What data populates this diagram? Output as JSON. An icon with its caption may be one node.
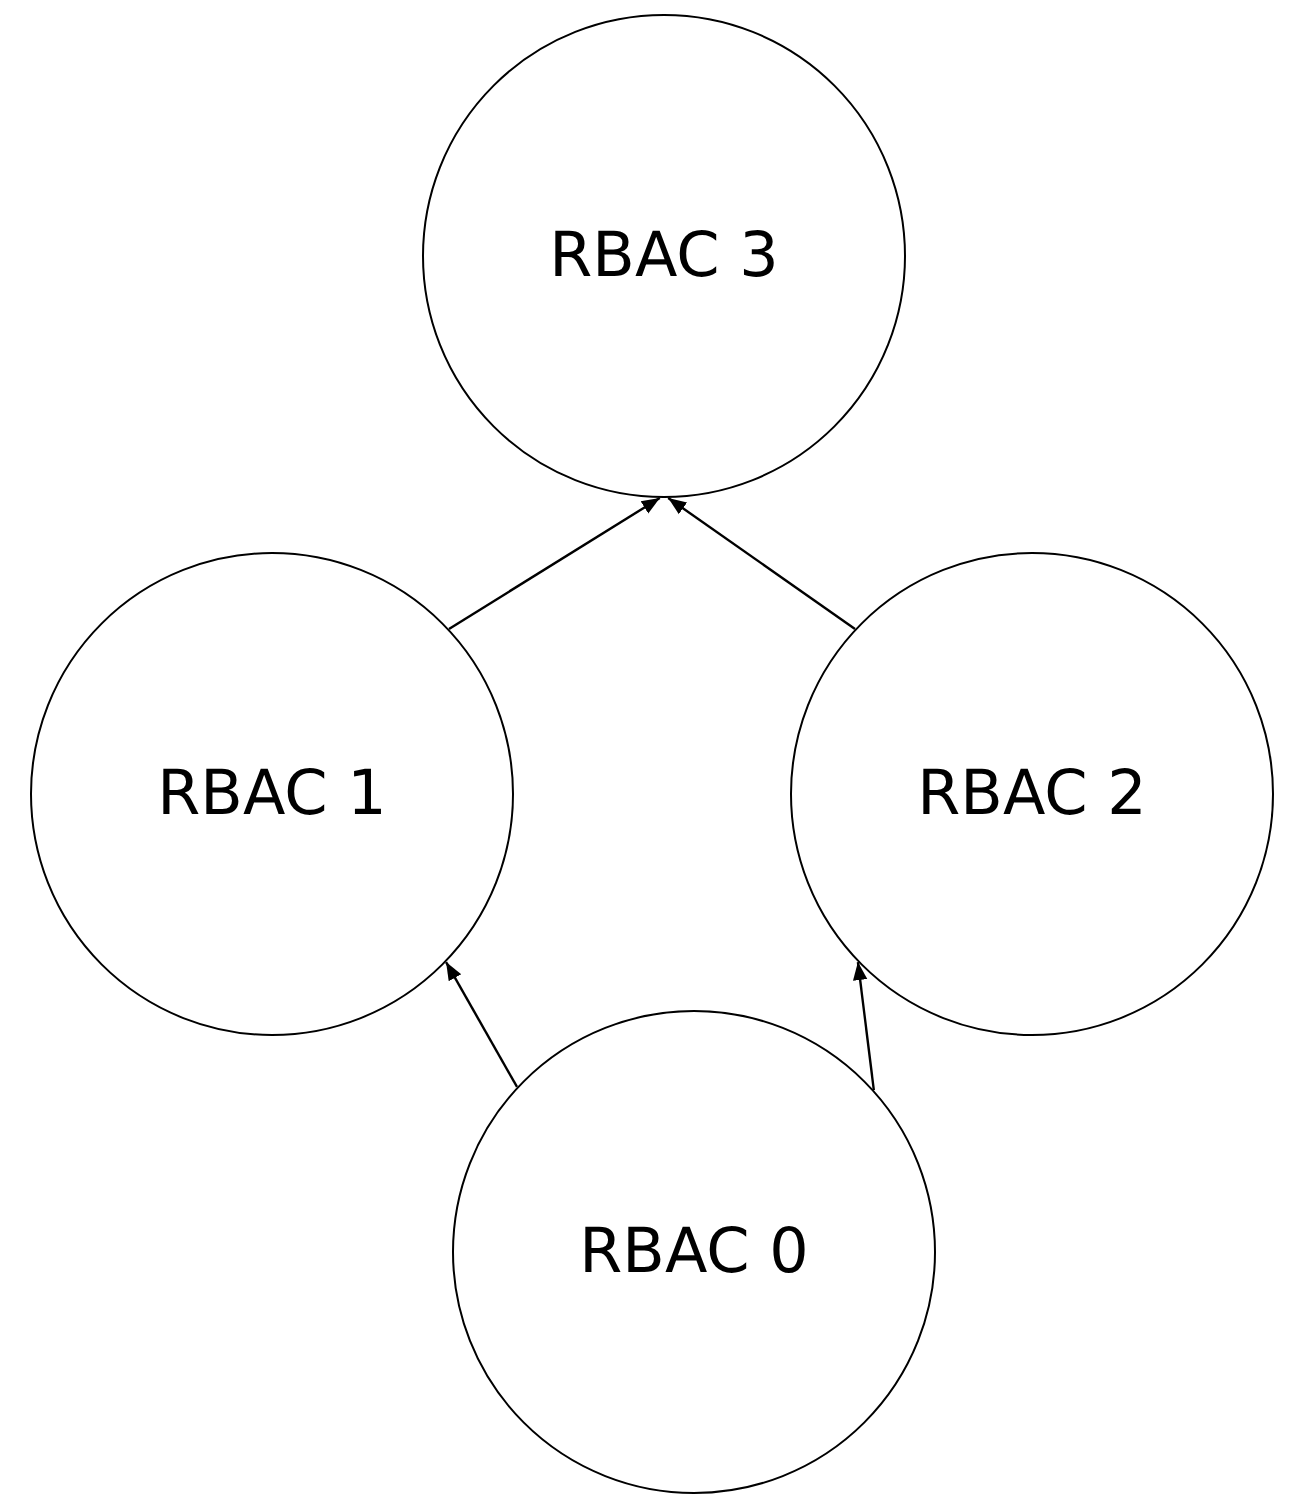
{
  "diagram": {
    "nodes": [
      {
        "text": [
          "RBAC 3"
        ]
      },
      {
        "text": [
          "RBAC 1"
        ]
      },
      {
        "text": [
          "RBAC 2"
        ]
      },
      {
        "text": [
          "RBAC 0"
        ]
      }
    ],
    "edges": [
      {
        "from": 1,
        "to": 0,
        "arrow": "to"
      },
      {
        "from": 2,
        "to": 0,
        "arrow": "to"
      },
      {
        "from": 3,
        "to": 1,
        "arrow": "to"
      },
      {
        "from": 3,
        "to": 2,
        "arrow": "to"
      }
    ]
  }
}
